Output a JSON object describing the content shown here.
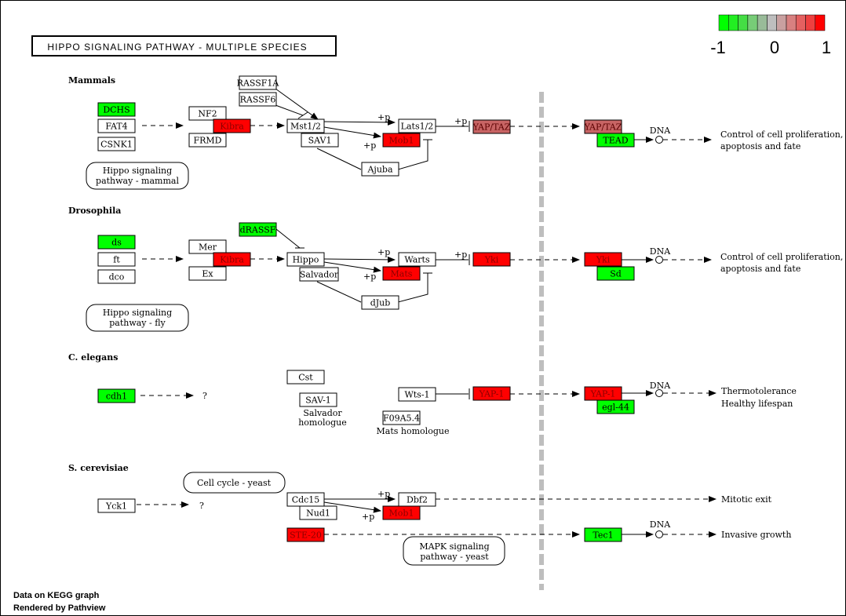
{
  "title": "HIPPO SIGNALING PATHWAY - MULTIPLE SPECIES",
  "legend": {
    "labels": [
      "-1",
      "0",
      "1"
    ],
    "colors": [
      "#00ff00",
      "#22ee22",
      "#44dd44",
      "#77cc77",
      "#99bb99",
      "#bebebe",
      "#c9a0a0",
      "#d88080",
      "#e46060",
      "#ee3f3f",
      "#ff0000"
    ]
  },
  "colors": {
    "up": "#ff0000",
    "down": "#00ff00",
    "mid_up": "#c86464",
    "none": "#ffffff",
    "divider": "#bebebe"
  },
  "sections": {
    "mammals": "Mammals",
    "drosophila": "Drosophila",
    "elegans": "C. elegans",
    "cerevisiae": "S. cerevisiae"
  },
  "nodes": {
    "m_dchs": "DCHS",
    "m_fat4": "FAT4",
    "m_csnk1": "CSNK1",
    "m_nf2": "NF2",
    "m_kibra": "Kibra",
    "m_frmd": "FRMD",
    "m_rassf1a": "RASSF1A",
    "m_rassf6": "RASSF6",
    "m_mst": "Mst1/2",
    "m_sav1": "SAV1",
    "m_lats": "Lats1/2",
    "m_mob1": "Mob1",
    "m_ajuba": "Ajuba",
    "m_yap": "YAP/TAZ",
    "m_yap2": "YAP/TAZ",
    "m_tead": "TEAD",
    "d_ds": "ds",
    "d_ft": "ft",
    "d_dco": "dco",
    "d_mer": "Mer",
    "d_kibra": "Kibra",
    "d_ex": "Ex",
    "d_drassf": "dRASSF",
    "d_hippo": "Hippo",
    "d_salvador": "Salvador",
    "d_warts": "Warts",
    "d_mats": "Mats",
    "d_djub": "dJub",
    "d_yki": "Yki",
    "d_yki2": "Yki",
    "d_sd": "Sd",
    "c_cdh1": "cdh1",
    "c_cst": "Cst",
    "c_sav": "SAV-1",
    "c_wts": "Wts-1",
    "c_f09": "F09A5.4",
    "c_yap": "YAP-1",
    "c_yap2": "YAP-1",
    "c_egl": "egl-44",
    "y_yck1": "Yck1",
    "y_cdc15": "Cdc15",
    "y_nud1": "Nud1",
    "y_dbf2": "Dbf2",
    "y_mob1": "Mob1",
    "y_ste20": "STE-20",
    "y_tec1": "Tec1"
  },
  "pathway_links": {
    "mammal": [
      "Hippo signaling",
      "pathway - mammal"
    ],
    "fly": [
      "Hippo signaling",
      "pathway - fly"
    ],
    "yeast": "Cell cycle - yeast",
    "mapk": [
      "MAPK signaling",
      "pathway - yeast"
    ]
  },
  "annotations": {
    "plus_p": "+p",
    "dna": "DNA",
    "question": "?",
    "outcome_prolif": [
      "Control of cell proliferation,",
      "apoptosis and fate"
    ],
    "outcome_thermo": [
      "Thermotolerance",
      "Healthy lifespan"
    ],
    "mitotic_exit": "Mitotic exit",
    "invasive_growth": "Invasive growth",
    "salvador_homologue": [
      "Salvador",
      "homologue"
    ],
    "mats_homologue": "Mats homologue"
  },
  "footer": {
    "line1": "Data on KEGG graph",
    "line2": "Rendered by Pathview"
  }
}
